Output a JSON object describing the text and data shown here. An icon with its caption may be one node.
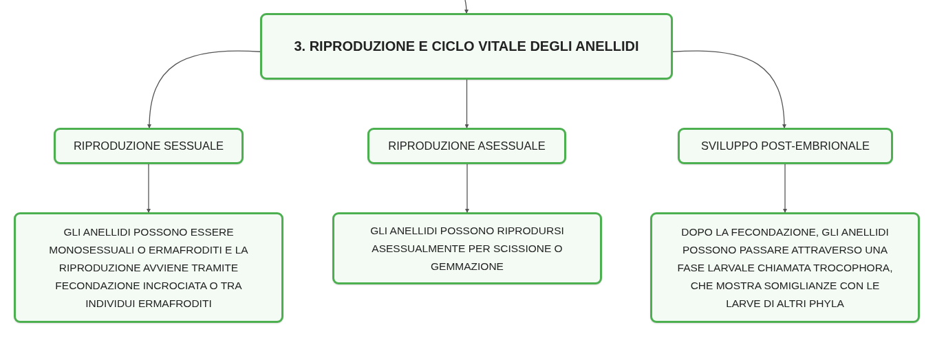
{
  "diagram": {
    "nodes": [
      {
        "text": [
          "3. RIPRODUZIONE E CICLO VITALE DEGLI ANELLIDI"
        ]
      },
      {
        "text": [
          "RIPRODUZIONE SESSUALE"
        ]
      },
      {
        "text": [
          "RIPRODUZIONE ASESSUALE"
        ]
      },
      {
        "text": [
          "SVILUPPO POST-EMBRIONALE"
        ]
      },
      {
        "text": [
          "GLI ANELLIDI POSSONO ESSERE MONOSESSUALI O ERMAFRODITI E LA RIPRODUZIONE AVVIENE TRAMITE FECONDAZIONE INCROCIATA O TRA INDIVIDUI ERMAFRODITI"
        ]
      },
      {
        "text": [
          "GLI ANELLIDI POSSONO RIPRODURSI ASESSUALMENTE PER SCISSIONE O GEMMAZIONE"
        ]
      },
      {
        "text": [
          "DOPO LA FECONDAZIONE, GLI ANELLIDI POSSONO PASSARE ATTRAVERSO UNA FASE LARVALE CHIAMATA TROCOPHORA, CHE MOSTRA SOMIGLIANZE CON LE LARVE DI ALTRI PHYLA"
        ]
      }
    ],
    "edges": [
      {
        "from": null,
        "to": 0,
        "arrow": "to"
      },
      {
        "from": 0,
        "to": 1,
        "arrow": "to"
      },
      {
        "from": 0,
        "to": 2,
        "arrow": "to"
      },
      {
        "from": 0,
        "to": 3,
        "arrow": "to"
      },
      {
        "from": 1,
        "to": 4,
        "arrow": "to"
      },
      {
        "from": 2,
        "to": 5,
        "arrow": "to"
      },
      {
        "from": 3,
        "to": 6,
        "arrow": "to"
      }
    ]
  }
}
